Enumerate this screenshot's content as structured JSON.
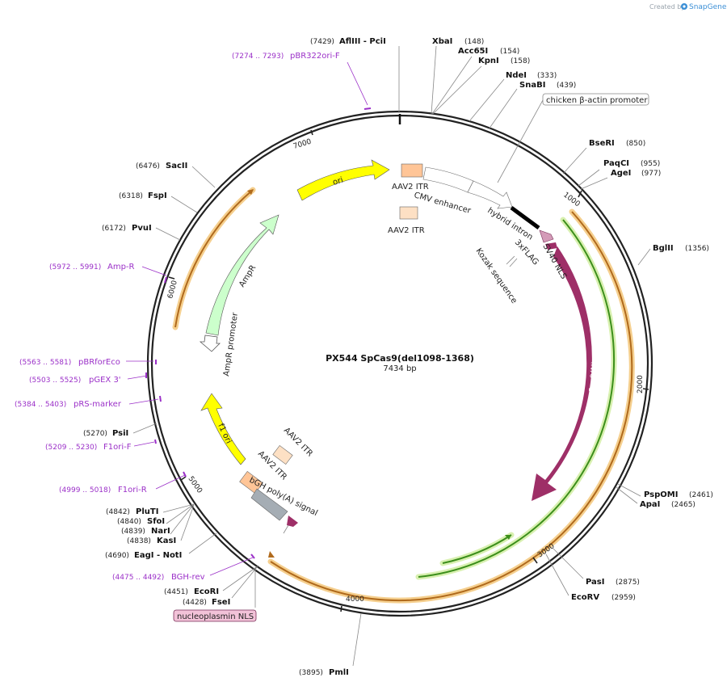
{
  "credit": {
    "prefix": "Created by",
    "brand": "SnapGene"
  },
  "plasmid": {
    "name": "PX544 SpCas9(del1098-1368)",
    "length": "7434 bp",
    "total_bp": 7434
  },
  "ticks": [
    {
      "label": "1000",
      "bp": 1000
    },
    {
      "label": "2000",
      "bp": 2000
    },
    {
      "label": "3000",
      "bp": 3000
    },
    {
      "label": "4000",
      "bp": 4000
    },
    {
      "label": "5000",
      "bp": 5000
    },
    {
      "label": "6000",
      "bp": 6000
    },
    {
      "label": "7000",
      "bp": 7000
    }
  ],
  "sites": [
    {
      "name": "AflIII  - PciI",
      "pos": "(7429)",
      "bp": 7429
    },
    {
      "name": "XbaI",
      "pos": "(148)",
      "bp": 148
    },
    {
      "name": "Acc65I",
      "pos": "(154)",
      "bp": 154
    },
    {
      "name": "KpnI",
      "pos": "(158)",
      "bp": 158
    },
    {
      "name": "NdeI",
      "pos": "(333)",
      "bp": 333
    },
    {
      "name": "SnaBI",
      "pos": "(439)",
      "bp": 439
    },
    {
      "name": "BseRI",
      "pos": "(850)",
      "bp": 850
    },
    {
      "name": "PaqCI",
      "pos": "(955)",
      "bp": 955
    },
    {
      "name": "AgeI",
      "pos": "(977)",
      "bp": 977
    },
    {
      "name": "BglII",
      "pos": "(1356)",
      "bp": 1356
    },
    {
      "name": "PspOMI",
      "pos": "(2461)",
      "bp": 2461
    },
    {
      "name": "ApaI",
      "pos": "(2465)",
      "bp": 2465
    },
    {
      "name": "PasI",
      "pos": "(2875)",
      "bp": 2875
    },
    {
      "name": "EcoRV",
      "pos": "(2959)",
      "bp": 2959
    },
    {
      "name": "PmlI",
      "pos": "(3895)",
      "bp": 3895
    },
    {
      "name": "FseI",
      "pos": "(4428)",
      "bp": 4428
    },
    {
      "name": "EcoRI",
      "pos": "(4451)",
      "bp": 4451
    },
    {
      "name": "EagI  - NotI",
      "pos": "(4690)",
      "bp": 4690
    },
    {
      "name": "KasI",
      "pos": "(4838)",
      "bp": 4838
    },
    {
      "name": "NarI",
      "pos": "(4839)",
      "bp": 4839
    },
    {
      "name": "SfoI",
      "pos": "(4840)",
      "bp": 4840
    },
    {
      "name": "PluTI",
      "pos": "(4842)",
      "bp": 4842
    },
    {
      "name": "PsiI",
      "pos": "(5270)",
      "bp": 5270
    },
    {
      "name": "PvuI",
      "pos": "(6172)",
      "bp": 6172
    },
    {
      "name": "FspI",
      "pos": "(6318)",
      "bp": 6318
    },
    {
      "name": "SacII",
      "pos": "(6476)",
      "bp": 6476
    }
  ],
  "primers": [
    {
      "name": "pBR322ori-F",
      "pos": "(7274 .. 7293)",
      "start": 7274,
      "end": 7293
    },
    {
      "name": "Amp-R",
      "pos": "(5972 .. 5991)",
      "start": 5972,
      "end": 5991
    },
    {
      "name": "pBRforEco",
      "pos": "(5563 .. 5581)",
      "start": 5563,
      "end": 5581
    },
    {
      "name": "pGEX 3'",
      "pos": "(5503 .. 5525)",
      "start": 5503,
      "end": 5525
    },
    {
      "name": "pRS-marker",
      "pos": "(5384 .. 5403)",
      "start": 5384,
      "end": 5403
    },
    {
      "name": "F1ori-F",
      "pos": "(5209 .. 5230)",
      "start": 5209,
      "end": 5230
    },
    {
      "name": "F1ori-R",
      "pos": "(4999 .. 5018)",
      "start": 4999,
      "end": 5018
    },
    {
      "name": "BGH-rev",
      "pos": "(4475 .. 4492)",
      "start": 4475,
      "end": 4492
    }
  ],
  "features": [
    {
      "label": "chicken β-actin promoter",
      "boxed": true
    },
    {
      "label": "CMV enhancer"
    },
    {
      "label": "AAV2 ITR"
    },
    {
      "label": "AAV2 ITR"
    },
    {
      "label": "hybrid intron"
    },
    {
      "label": "SV40 NLS"
    },
    {
      "label": "3xFLAG"
    },
    {
      "label": "Kozak sequence"
    },
    {
      "label": "Cas9(N)"
    },
    {
      "label": "ori"
    },
    {
      "label": "AmpR"
    },
    {
      "label": "AmpR promoter"
    },
    {
      "label": "f1 ori"
    },
    {
      "label": "AAV2 ITR"
    },
    {
      "label": "AAV2 ITR"
    },
    {
      "label": "bGH poly(A) signal"
    },
    {
      "label": "nucleoplasmin NLS",
      "boxed": true
    }
  ],
  "colors": {
    "backbone": "#222222",
    "cas9": "#9e2f67",
    "ori": "#ffff00",
    "ampr": "#ccffcc",
    "itr": "#ffc597",
    "itr_light": "#fde0c4",
    "bgh": "#a5adb4",
    "nls": "#d49bb8",
    "nls_box": "#f2c2d8",
    "orf_brown": "#b06a1c",
    "orf_halo": "#f5cf8e",
    "orf_green": "#3c8f1b",
    "orf_green_halo": "#d8f0b0",
    "primer": "#9b30c8",
    "credit_brand": "#3b8fd6"
  }
}
